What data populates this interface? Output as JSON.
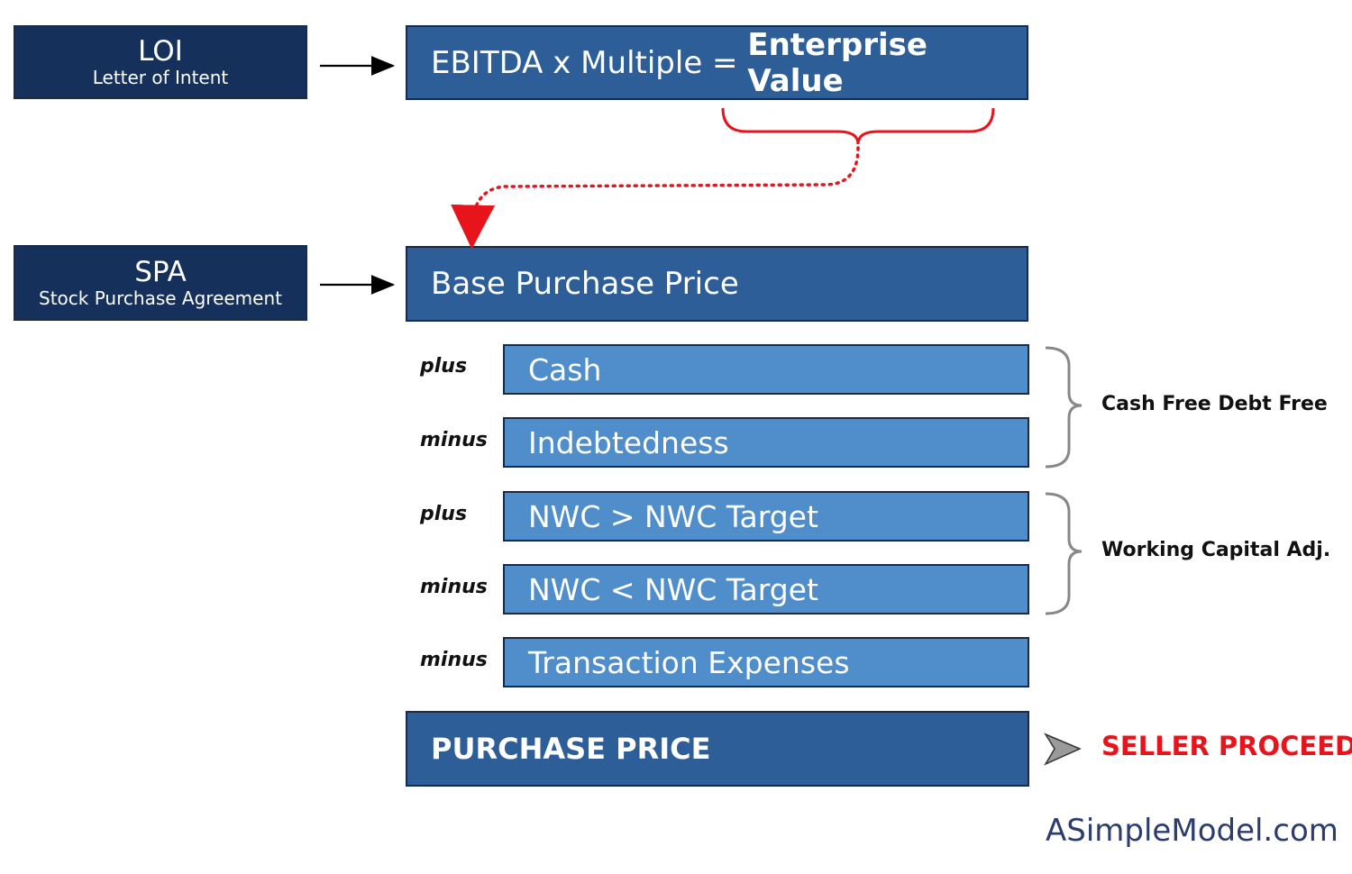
{
  "loi": {
    "title": "LOI",
    "subtitle": "Letter of Intent"
  },
  "spa": {
    "title": "SPA",
    "subtitle": "Stock Purchase Agreement"
  },
  "enterprise": {
    "formula": "EBITDA x Multiple = ",
    "result": "Enterprise Value"
  },
  "base_price": "Base Purchase Price",
  "adjustments": [
    {
      "op": "plus",
      "label": "Cash"
    },
    {
      "op": "minus",
      "label": "Indebtedness"
    },
    {
      "op": "plus",
      "label": "NWC > NWC Target"
    },
    {
      "op": "minus",
      "label": "NWC < NWC Target"
    },
    {
      "op": "minus",
      "label": "Transaction Expenses"
    }
  ],
  "groups": {
    "cash_free": "Cash Free Debt Free",
    "working_capital": "Working Capital Adj."
  },
  "purchase_price": "PURCHASE PRICE",
  "seller_proceeds": "SELLER PROCEEDS",
  "site": "ASimpleModel.com",
  "colors": {
    "navy": "#16305c",
    "mid_blue": "#2d5e98",
    "light_blue": "#4f8dcb",
    "accent_red": "#e8141b"
  }
}
